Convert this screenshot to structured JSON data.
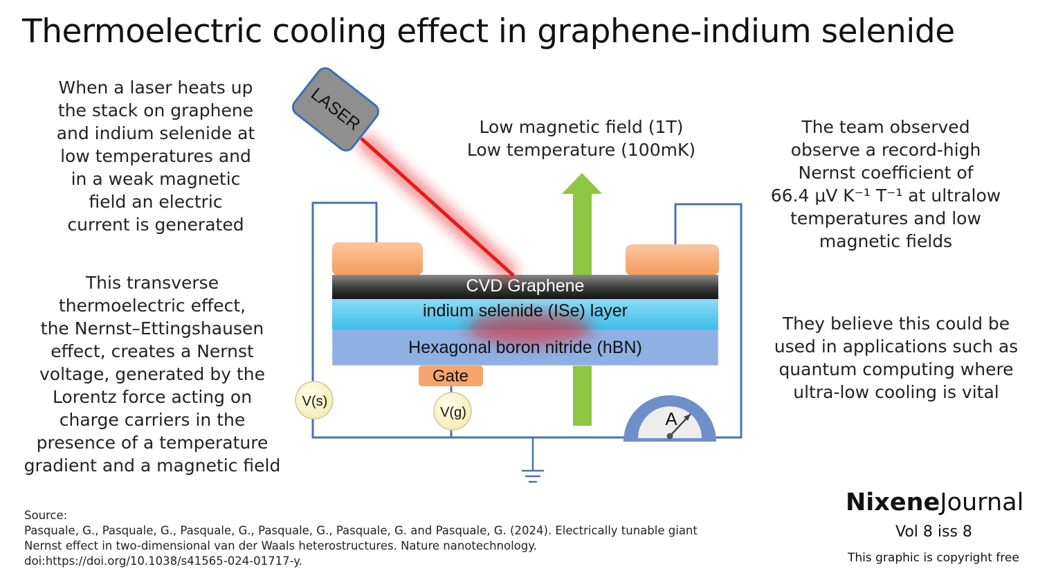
{
  "title": "Thermoelectric cooling effect in graphene-indium selenide",
  "left_top_lines": [
    "When a laser heats up",
    "the stack on graphene",
    "and indium selenide at",
    "low temperatures and",
    "in a weak magnetic",
    "field an electric",
    "current is generated"
  ],
  "left_bottom_lines": [
    "This transverse",
    "thermoelectric effect,",
    "the  Nernst–Ettingshausen",
    "effect, creates a Nernst",
    "voltage, generated by the",
    "Lorentz force acting on",
    "charge carriers in the",
    "presence of a temperature",
    "gradient and a magnetic field"
  ],
  "right_top_lines": [
    "The team observed",
    "observe a record-high",
    "Nernst coefficient of",
    "66.4 μV K⁻¹ T⁻¹ at ultralow",
    "temperatures and low",
    "magnetic fields"
  ],
  "right_bottom_lines": [
    "They believe this could be",
    "used in applications such as",
    "quantum computing where",
    "ultra-low cooling is vital"
  ],
  "conditions_lines": [
    "Low magnetic field (1T)",
    "Low temperature (100mK)"
  ],
  "diagram": {
    "laser_label": "LASER",
    "graphene_label": "CVD Graphene",
    "inse_label": "indium selenide (ISe) layer",
    "hbn_label": "Hexagonal boron nitride (hBN)",
    "gate_label": "Gate",
    "vs_label": "V(s)",
    "vg_label": "V(g)",
    "ammeter_label": "A",
    "colors": {
      "laser_box": "#8f8f8f",
      "laser_border": "#3c6fb4",
      "beam": "#e8191c",
      "wire": "#4a72b0",
      "electrode": "#f7a36a",
      "graphene": "#3a3a3a",
      "inse": "#45c3ec",
      "hbn": "#8eb0e2",
      "gate": "#f6a56d",
      "field_arrow": "#8dc63f",
      "voltmeter": "#fbf7c8"
    }
  },
  "source": {
    "heading": "Source:",
    "lines": [
      "Pasquale, G., Pasquale, G., Pasquale, G., Pasquale, G., Pasquale, G. and Pasquale, G. (2024). Electrically tunable giant",
      "Nernst effect in two-dimensional van der Waals heterostructures. Nature nanotechnology.",
      "doi:https://doi.org/10.1038/s41565-024-01717-y."
    ]
  },
  "brand": {
    "bold": "Nixene",
    "normal": "Journal"
  },
  "volume": "Vol 8  iss 8",
  "copyright": "This graphic is copyright free"
}
